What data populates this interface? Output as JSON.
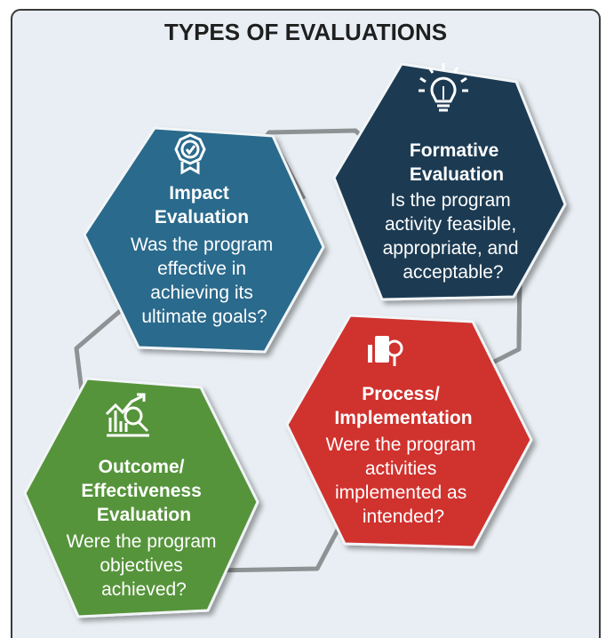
{
  "title": "TYPES OF EVALUATIONS",
  "colors": {
    "background": "#e8eef3",
    "connector": "#8f9294",
    "impact": "#2a6a8c",
    "formative": "#1d3a52",
    "process": "#d0332d",
    "outcome": "#57943a"
  },
  "cards": {
    "impact": {
      "icon": "award-badge-icon",
      "heading": [
        "Impact",
        "Evaluation"
      ],
      "body": [
        "Was the program",
        "effective in",
        "achieving its",
        "ultimate goals?"
      ]
    },
    "formative": {
      "icon": "lightbulb-icon",
      "heading": [
        "Formative",
        "Evaluation"
      ],
      "body": [
        "Is the program",
        "activity feasible,",
        "appropriate, and",
        "acceptable?"
      ]
    },
    "process": {
      "icon": "document-search-icon",
      "heading": [
        "Process/",
        "Implementation"
      ],
      "body": [
        "Were the program",
        "activities",
        "implemented as",
        "intended?"
      ]
    },
    "outcome": {
      "icon": "chart-magnifier-icon",
      "heading": [
        "Outcome/",
        "Effectiveness",
        "Evaluation"
      ],
      "body": [
        "Were the program",
        "objectives",
        "achieved?"
      ]
    }
  }
}
